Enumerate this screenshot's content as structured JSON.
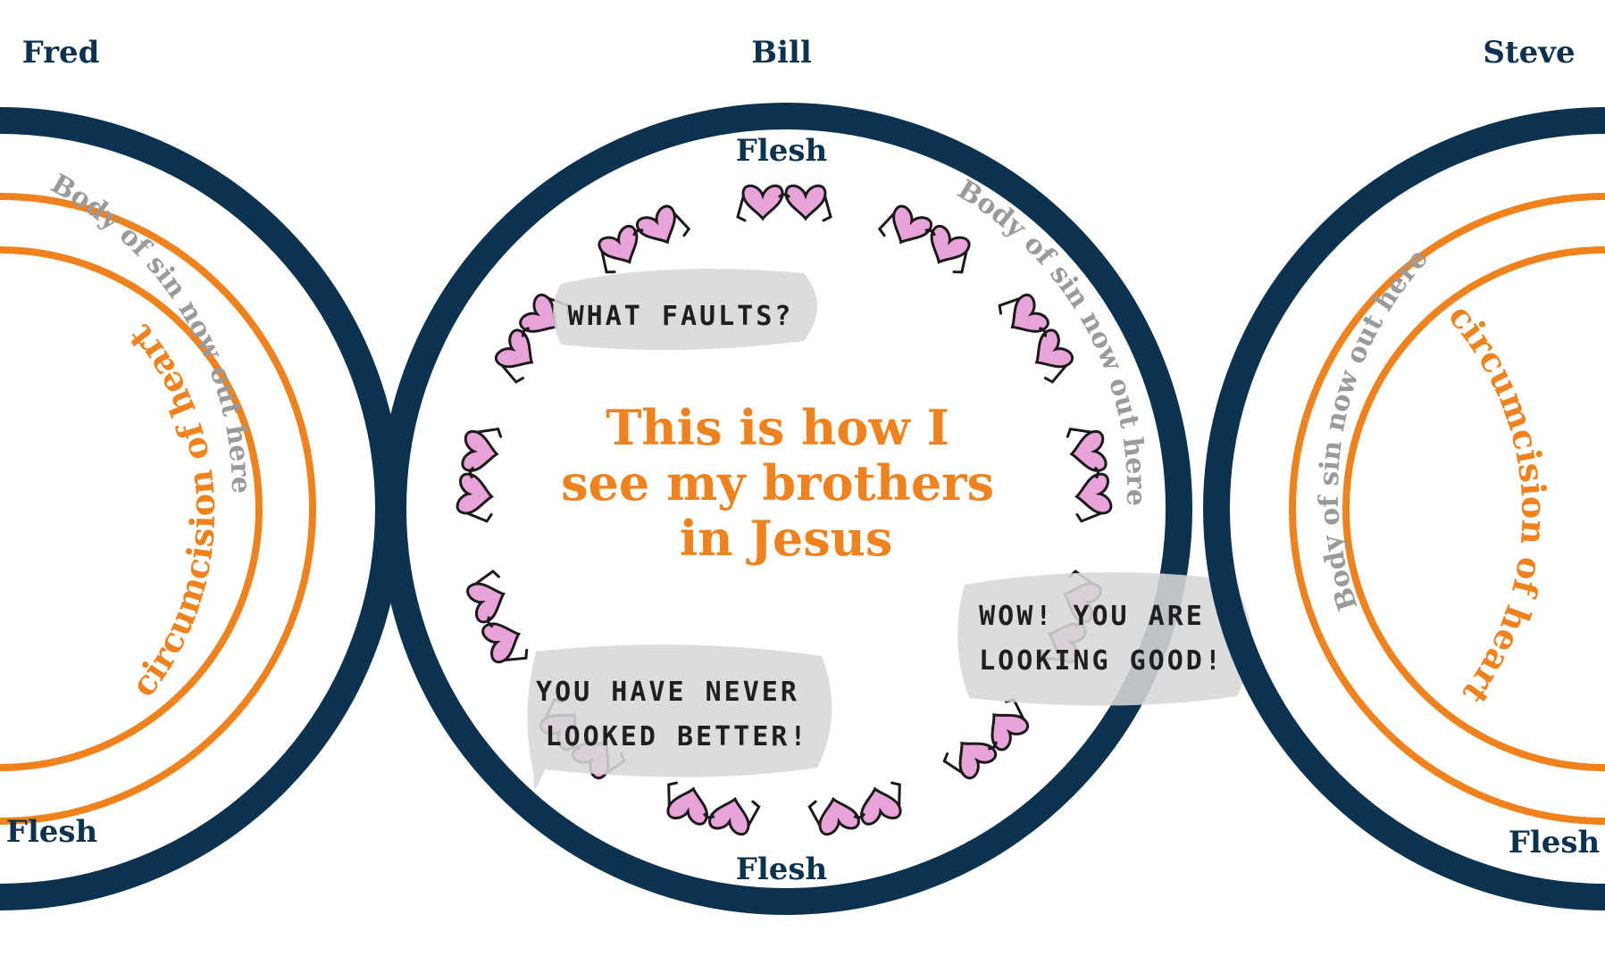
{
  "names": {
    "left": "Fred",
    "center": "Bill",
    "right": "Steve"
  },
  "flesh_label": "Flesh",
  "body_of_sin_label": "Body of sin now out here",
  "circumcision_label": "circumcision of heart",
  "center_message": [
    "This is how I",
    "see my brothers",
    "in Jesus"
  ],
  "speech_bubbles": {
    "top_left": [
      "WHAT FAULTS?"
    ],
    "bottom_left": [
      "YOU HAVE NEVER",
      "LOOKED BETTER!"
    ],
    "right": [
      "WOW! YOU ARE",
      "LOOKING GOOD!"
    ]
  },
  "colors": {
    "navy": "#0c3250",
    "orange": "#f0821e",
    "gray_text": "#9a9a9a",
    "pink_lens": "#e8a3d8",
    "outline": "#1a1a1a"
  },
  "icons": {
    "glasses": "heart-shaped-sunglasses-icon"
  }
}
